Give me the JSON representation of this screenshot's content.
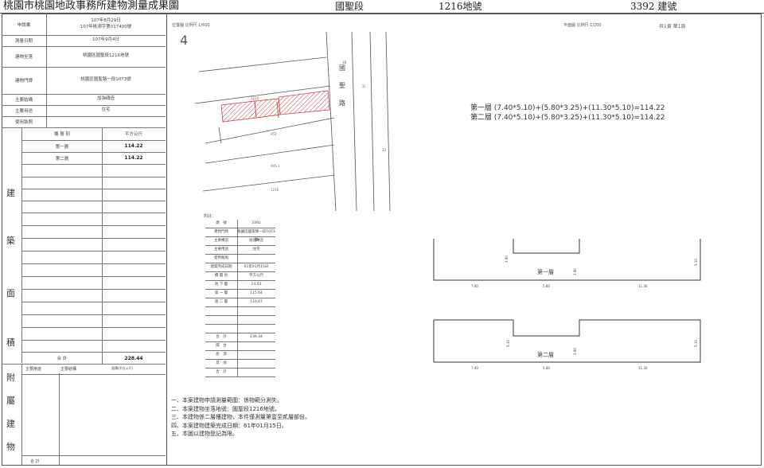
{
  "header": {
    "title": "桃園市桃園地政事務所建物測量成果圖",
    "section": "國聖段",
    "lot": "1216地號",
    "building_no": "3392 建號"
  },
  "left_table": {
    "rows": [
      {
        "label": "申請書",
        "value_lines": [
          "107年8月29日",
          "107年桃測字第017400號"
        ]
      },
      {
        "label": "測量日期",
        "value_lines": [
          "107年9月4日"
        ]
      },
      {
        "label": "建物坐落",
        "value_lines": [
          "桃園區國聖段1216地號"
        ]
      },
      {
        "label": "建物門牌",
        "value_lines": [
          "桃園區國聖路一段1073號"
        ]
      },
      {
        "label": "主要結構",
        "value_lines": [
          "加強磚造"
        ]
      },
      {
        "label": "主要用途",
        "value_lines": [
          "住宅"
        ]
      },
      {
        "label": "使用執照",
        "value_lines": [
          ""
        ]
      }
    ],
    "area_header": {
      "floor": "樓 層 別",
      "unit": "平方公尺"
    },
    "areas": [
      {
        "floor": "第一層",
        "value": "114.22"
      },
      {
        "floor": "第二層",
        "value": "114.22"
      }
    ],
    "area_vertical": [
      "建",
      "築",
      "面",
      "積"
    ],
    "total_label": "合 計",
    "total_value": "228.44",
    "annex_vertical": [
      "附",
      "屬",
      "建",
      "物"
    ],
    "annex_headers": [
      "主要用途",
      "主要結構",
      "面積(平方公尺)"
    ],
    "annex_total_label": "合 計"
  },
  "location_map": {
    "label": "位置圖 比例尺 1/600",
    "north": "4",
    "road_label": "國聖路",
    "label_1216": "1216"
  },
  "location_table": {
    "title": "附註：",
    "rows": [
      {
        "k": "建　號",
        "v": "3392"
      },
      {
        "k": "建物門牌",
        "v": "桃園區國聖路一段1073號"
      },
      {
        "k": "主要構造",
        "v": "加強磚造"
      },
      {
        "k": "主要用途",
        "v": "住宅"
      },
      {
        "k": "使用執照",
        "v": ""
      },
      {
        "k": "建築完成日期",
        "v": "61年01月15日"
      },
      {
        "k": "樓 層 別",
        "v": "平方公尺"
      },
      {
        "k": "地 下 層",
        "v": "14.03"
      },
      {
        "k": "第 一 層",
        "v": "115.64"
      },
      {
        "k": "第 二 層",
        "v": "110.67"
      },
      {
        "k": "",
        "v": ""
      },
      {
        "k": "",
        "v": ""
      },
      {
        "k": "",
        "v": ""
      },
      {
        "k": "合　計",
        "v": "239.34"
      },
      {
        "k": "陽　台",
        "v": ""
      },
      {
        "k": "屋　頂",
        "v": ""
      },
      {
        "k": "其　他",
        "v": ""
      },
      {
        "k": "合　計",
        "v": ""
      }
    ]
  },
  "notes": [
    "一、本案建物申請測量範圍：係物範分測失。",
    "二、本案建物坐落地號：國聖段1216地號。",
    "三、本建物係二層樓建物，本件僅測量第壹至貳層部份。",
    "四、本案建物建築完成日期：61年01月15日。",
    "五、本圖以建物登記為限。"
  ],
  "plan": {
    "label": "平面圖 比例尺 1/200",
    "page": "共1頁 第1頁",
    "calc_lines": [
      "第一層 (7.40*5.10)+(5.80*3.25)+(11.30*5.10)=114.22",
      "第二層 (7.40*5.10)+(5.80*3.25)+(11.30*5.10)=114.22"
    ],
    "floors": [
      {
        "name": "第一層",
        "dims": [
          "7.40",
          "5.80",
          "11.30"
        ],
        "heights": [
          "3.90",
          "3.90",
          "5.10"
        ]
      },
      {
        "name": "第二層",
        "dims": [
          "7.40",
          "5.80",
          "11.30"
        ],
        "heights": [
          "5.10",
          "3.90",
          "5.10"
        ]
      }
    ]
  }
}
